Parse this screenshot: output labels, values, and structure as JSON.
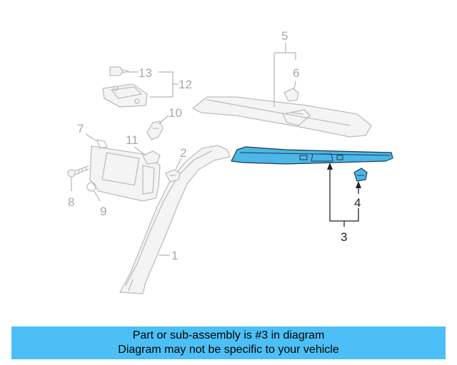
{
  "diagram": {
    "highlight_color": "#4cb6e6",
    "callouts": {
      "c1": "1",
      "c2": "2",
      "c3": "3",
      "c4": "4",
      "c5": "5",
      "c6": "6",
      "c7": "7",
      "c8": "8",
      "c9": "9",
      "c10": "10",
      "c11": "11",
      "c12": "12",
      "c13": "13"
    }
  },
  "caption": {
    "line1": "Part or sub-assembly is #3 in diagram",
    "line2": "Diagram may not be specific to your vehicle",
    "background": "#4cc0f6"
  }
}
